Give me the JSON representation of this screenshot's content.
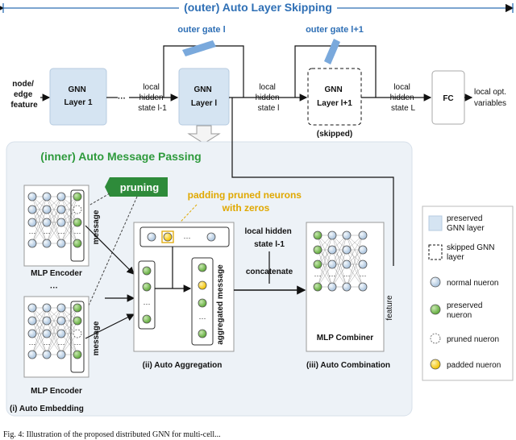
{
  "outer": {
    "title": "(outer) Auto Layer Skipping",
    "gate_l": "outer gate l",
    "gate_l1": "outer gate l+1",
    "input": [
      "node/",
      "edge",
      "feature"
    ],
    "gnn1": [
      "GNN",
      "Layer 1"
    ],
    "dots": "···",
    "state_l_1": [
      "local",
      "hidden",
      "state l-1"
    ],
    "gnnl": [
      "GNN",
      "Layer l"
    ],
    "state_l": [
      "local",
      "hidden",
      "state l"
    ],
    "gnnl1": [
      "GNN",
      "Layer l+1"
    ],
    "skipped": "(skipped)",
    "state_L": [
      "local",
      "hidden",
      "state L"
    ],
    "fc": "FC",
    "output": [
      "local opt.",
      "variables"
    ]
  },
  "inner": {
    "title": "(inner) Auto Message Passing",
    "pruning": "pruning",
    "padding": [
      "padding pruned neurons",
      "with zeros"
    ],
    "message": "message",
    "mlp_encoder": "MLP Encoder",
    "embedding": "(i) Auto Embedding",
    "aggregated": "aggregated message",
    "aggregation": "(ii) Auto Aggregation",
    "hidden": [
      "local hidden",
      "state l-1"
    ],
    "concatenate": "concatenate",
    "feature": "feature",
    "mlp_combiner": "MLP Combiner",
    "combination": "(iii) Auto Combination"
  },
  "legend": {
    "items": [
      {
        "label": [
          "preserved",
          "GNN layer"
        ],
        "kind": "preserved-layer"
      },
      {
        "label": [
          "skipped GNN",
          "layer"
        ],
        "kind": "skipped-layer"
      },
      {
        "label": [
          "normal nueron"
        ],
        "kind": "normal"
      },
      {
        "label": [
          "preserved",
          "nueron"
        ],
        "kind": "preserved"
      },
      {
        "label": [
          "pruned nueron"
        ],
        "kind": "pruned"
      },
      {
        "label": [
          "padded nueron"
        ],
        "kind": "padded"
      }
    ]
  },
  "caption": "Fig. 4: Illustration of the proposed distributed GNN for multi-cell..."
}
